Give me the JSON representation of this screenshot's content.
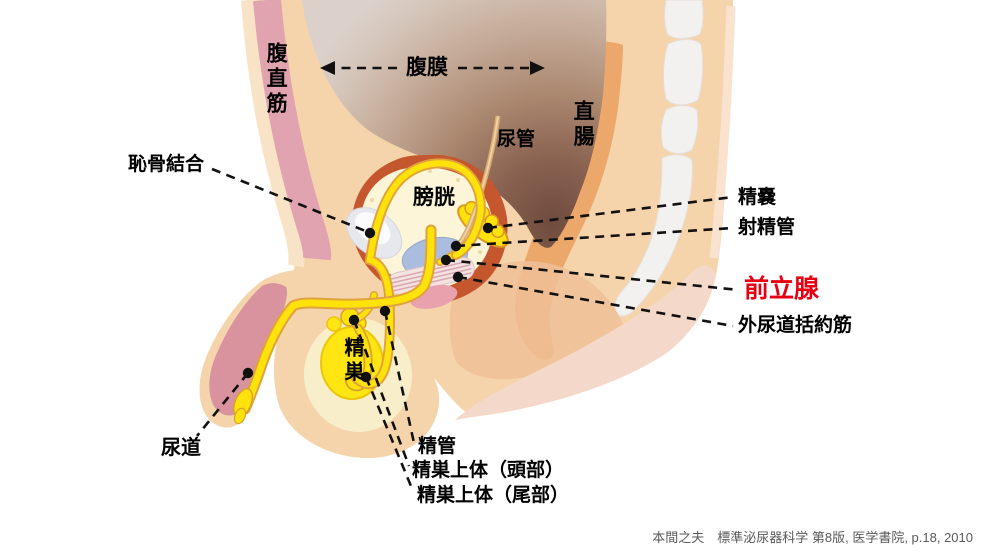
{
  "diagram": {
    "labels": {
      "rectus_abdominis": "腹直筋",
      "peritoneum": "腹膜",
      "ureter": "尿管",
      "rectum": "直腸",
      "pubic_symphysis": "恥骨結合",
      "bladder": "膀胱",
      "seminal_vesicle": "精嚢",
      "ejaculatory_duct": "射精管",
      "prostate": "前立腺",
      "external_urethral_sphincter": "外尿道括約筋",
      "testis": "精巣",
      "urethra": "尿道",
      "vas_deferens": "精管",
      "epididymis_head": "精巣上体（頭部）",
      "epididymis_tail": "精巣上体（尾部）"
    },
    "citation": "本間之夫　標準泌尿器科学 第8版, 医学書院, p.18, 2010",
    "colors": {
      "highlight_label": "#e60012",
      "label_text": "#000000",
      "citation_text": "#595959",
      "skin": "#f5d4ab",
      "muscle_pink": "#e1a3b0",
      "bladder_wall": "#c5572f",
      "bladder_lumen": "#fdf5d7",
      "duct_yellow": "#ffe20a",
      "prostate_fill": "#aabddf",
      "rectum_fill": "#eca76b",
      "bone_gray": "#f3f1f0"
    }
  }
}
